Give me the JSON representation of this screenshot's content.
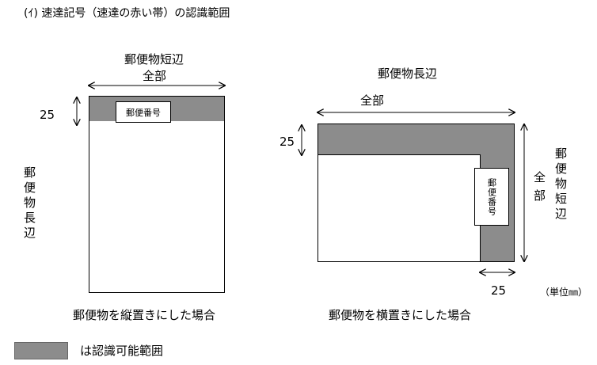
{
  "heading": "(ｲ) 速達記号（速達の赤い帯）の認識範囲",
  "left": {
    "top_label": "郵便物短辺",
    "width_label": "全部",
    "band_dim": "25",
    "number_box": "郵便番号",
    "side_label": "郵便物長辺",
    "caption": "郵便物を縦置きにした場合"
  },
  "right": {
    "top_label": "郵便物長辺",
    "width_label": "全部",
    "band_dim": "25",
    "number_box": "郵便番号",
    "height_label": "全部",
    "side_label": "郵便物短辺",
    "bottom_dim": "25",
    "unit": "（単位㎜）",
    "caption": "郵便物を横置きにした場合"
  },
  "legend": {
    "label": "は認識可能範囲",
    "swatch_color": "#8c8c8c"
  }
}
